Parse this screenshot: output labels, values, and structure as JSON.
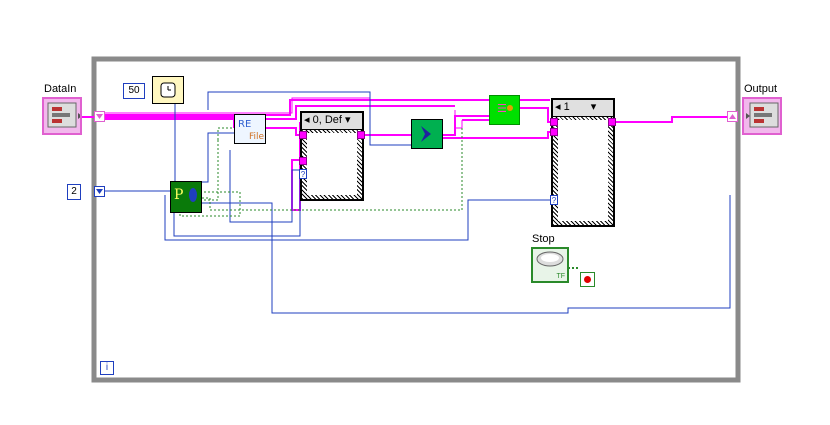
{
  "labels": {
    "data_in": "DataIn",
    "output": "Output",
    "stop": "Stop"
  },
  "constants": {
    "wait_ms": "50",
    "two": "2",
    "iteration": "i"
  },
  "case_structures": [
    {
      "selector": "0, Def"
    },
    {
      "selector": "1"
    }
  ],
  "terminals": {
    "question_mark": "?",
    "bool_tf": "TF"
  },
  "icons": {
    "data_in_terminal": "cluster-in-icon",
    "output_terminal": "cluster-out-icon",
    "wait_timer": "wait-ms-icon",
    "regex": "regex-file-icon",
    "vi_block": "subvi-arrow-icon",
    "green_vi": "bundle-vi-icon",
    "pattern_vi": "pattern-match-icon",
    "stop_button": "stop-button-icon"
  },
  "colors": {
    "loop_border": "#8a8a8a",
    "cluster_wire": "#ff00ff",
    "numeric_wire": "#1f3fbf",
    "bool_wire": "#2a8a2a",
    "vi_green": "#008800"
  }
}
